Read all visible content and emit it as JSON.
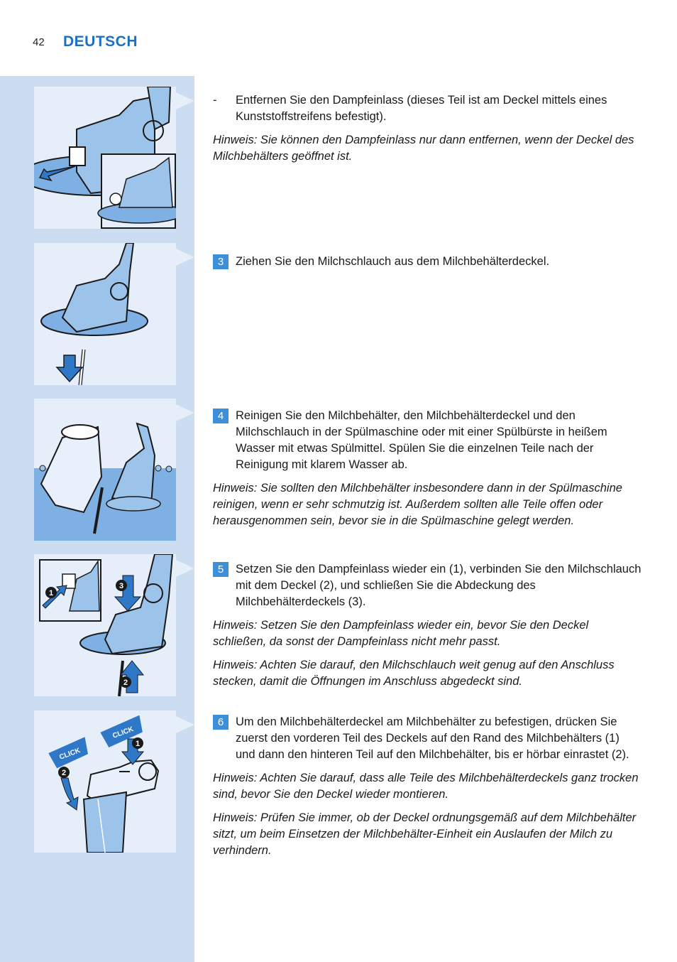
{
  "header": {
    "page_number": "42",
    "language": "DEUTSCH"
  },
  "sections": [
    {
      "type": "dash",
      "text": "Entfernen Sie den Dampfeinlass (dieses Teil ist am Deckel mittels eines Kunststoffstreifens befestigt).",
      "notes": [
        "Hinweis: Sie können den Dampfeinlass nur dann entfernen, wenn der Deckel des Milchbehälters geöffnet ist."
      ]
    },
    {
      "type": "step",
      "number": "3",
      "text": "Ziehen Sie den Milchschlauch aus dem Milchbehälterdeckel.",
      "notes": []
    },
    {
      "type": "step",
      "number": "4",
      "text": "Reinigen Sie den Milchbehälter, den Milchbehälterdeckel und den Milchschlauch in der Spülmaschine oder mit einer Spülbürste in heißem Wasser mit etwas Spülmittel. Spülen Sie die einzelnen Teile nach der Reinigung mit klarem Wasser ab.",
      "notes": [
        "Hinweis: Sie sollten den Milchbehälter insbesondere dann in der Spülmaschine reinigen, wenn er sehr schmutzig ist. Außerdem sollten alle Teile offen oder herausgenommen sein, bevor sie in die Spülmaschine gelegt werden."
      ]
    },
    {
      "type": "step",
      "number": "5",
      "text": "Setzen Sie den Dampfeinlass wieder ein (1), verbinden Sie den Milchschlauch mit dem Deckel (2), und schließen Sie die Abdeckung des Milchbehälterdeckels (3).",
      "notes": [
        "Hinweis: Setzen Sie den Dampfeinlass wieder ein, bevor Sie den Deckel schließen, da sonst der Dampfeinlass nicht mehr passt.",
        "Hinweis: Achten Sie darauf, den Milchschlauch weit genug auf den Anschluss stecken, damit die Öffnungen im Anschluss abgedeckt sind."
      ]
    },
    {
      "type": "step",
      "number": "6",
      "text": "Um den Milchbehälterdeckel am Milchbehälter zu befestigen, drücken Sie zuerst den vorderen Teil des Deckels auf den Rand des Milchbehälters (1) und dann den hinteren Teil auf den Milchbehälter, bis er hörbar einrastet (2).",
      "notes": [
        "Hinweis: Achten Sie darauf, dass alle Teile des Milchbehälterdeckels ganz trocken sind, bevor Sie den Deckel wieder montieren.",
        "Hinweis: Prüfen Sie immer, ob der Deckel ordnungsgemäß auf dem Milchbehälter sitzt, um beim Einsetzen der Milchbehälter-Einheit ein Auslaufen der Milch zu verhindern."
      ]
    }
  ],
  "illustrations": {
    "badge_1": "1",
    "badge_2": "2",
    "badge_3": "3",
    "click_label": "CLICK"
  },
  "colors": {
    "accent": "#1f6fc1",
    "sidebar": "#ccdcf1",
    "panel": "#e6eef9",
    "step_badge": "#3d8fd9",
    "water": "#7fb0e3"
  }
}
